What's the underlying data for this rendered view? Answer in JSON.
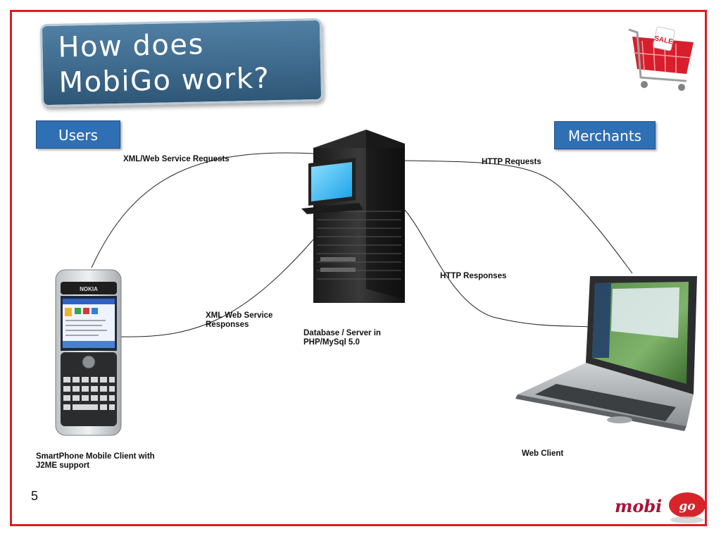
{
  "title": {
    "line1": "How does",
    "line2": "MobiGo work?"
  },
  "labels": {
    "users": "Users",
    "merchants": "Merchants",
    "xml_requests": "XML/Web Service Requests",
    "xml_responses": "XML Web Service Responses",
    "http_requests": "HTTP Requests",
    "http_responses": "HTTP Responses",
    "server_caption": "Database / Server in PHP/MySql 5.0",
    "mobile_caption": "SmartPhone Mobile Client with J2ME support",
    "web_caption": "Web Client"
  },
  "phone": {
    "brand": "NOKIA"
  },
  "cart": {
    "tag": "SALE"
  },
  "logo": {
    "text": "mobi",
    "badge": "go"
  },
  "page_number": "5",
  "colors": {
    "frame": "#e01b24",
    "title_bg": "#3e6a8d",
    "label_bg": "#2f6fb4"
  }
}
